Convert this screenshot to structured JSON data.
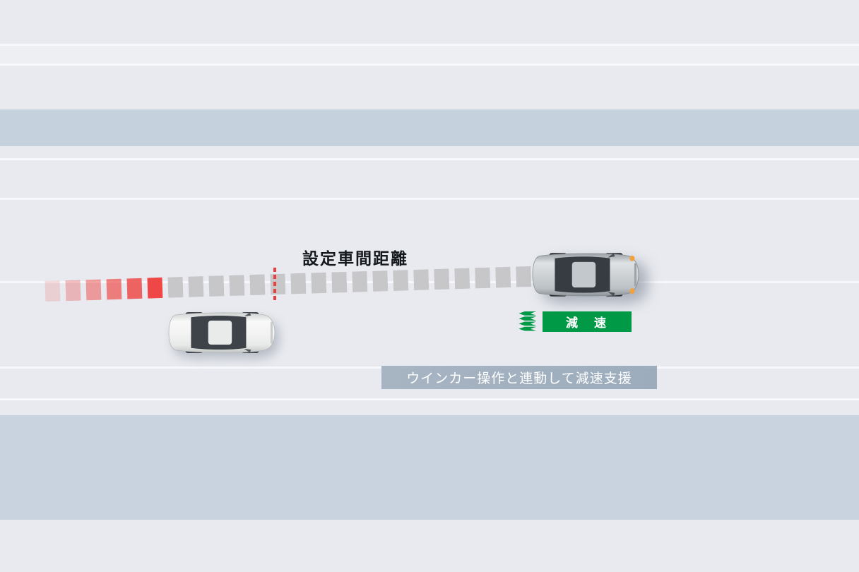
{
  "diagram": {
    "distance_label": "設定車間距離",
    "decel_badge": "減　速",
    "caption": "ウインカー操作と連動して減速支援",
    "trail": {
      "red_segments": 6,
      "gray_segments": 18,
      "red_color": "#ee4745",
      "gray_color": "#c7c7ca"
    },
    "colors": {
      "background": "#e8eaef",
      "road_band": "#c6d1de",
      "road_band_bottom": "#c9d3e0",
      "lane_line": "#f6f8fb",
      "badge_green": "#009a47",
      "set_line_red": "#e8403d",
      "indicator_orange": "#f0a23c"
    },
    "cars": [
      {
        "id": "following-car"
      },
      {
        "id": "lead-car"
      }
    ]
  }
}
